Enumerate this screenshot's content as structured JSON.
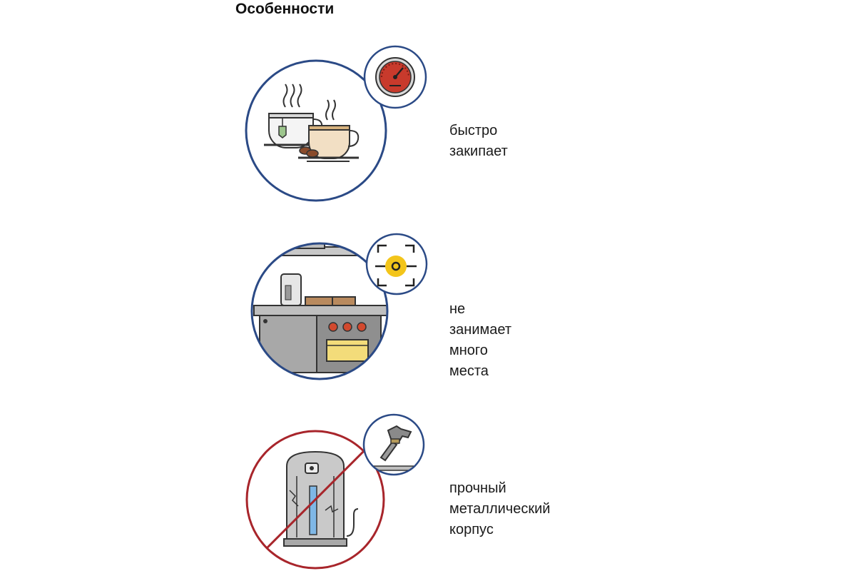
{
  "page": {
    "title": "Особенности"
  },
  "features": [
    {
      "label_lines": [
        "быстро закипает"
      ],
      "badge_icon": "thermometer-gauge-icon",
      "main_icon": "tea-coffee-cups-icon",
      "ring_color": "#2b4a86"
    },
    {
      "label_lines": [
        "не занимает",
        "много места"
      ],
      "badge_icon": "focus-target-icon",
      "main_icon": "kitchen-counter-icon",
      "ring_color": "#2b4a86"
    },
    {
      "label_lines": [
        "прочный",
        "металлический корпус"
      ],
      "badge_icon": "hammer-icon",
      "main_icon": "thermopot-crossed-icon",
      "ring_color": "#a8252b"
    }
  ]
}
